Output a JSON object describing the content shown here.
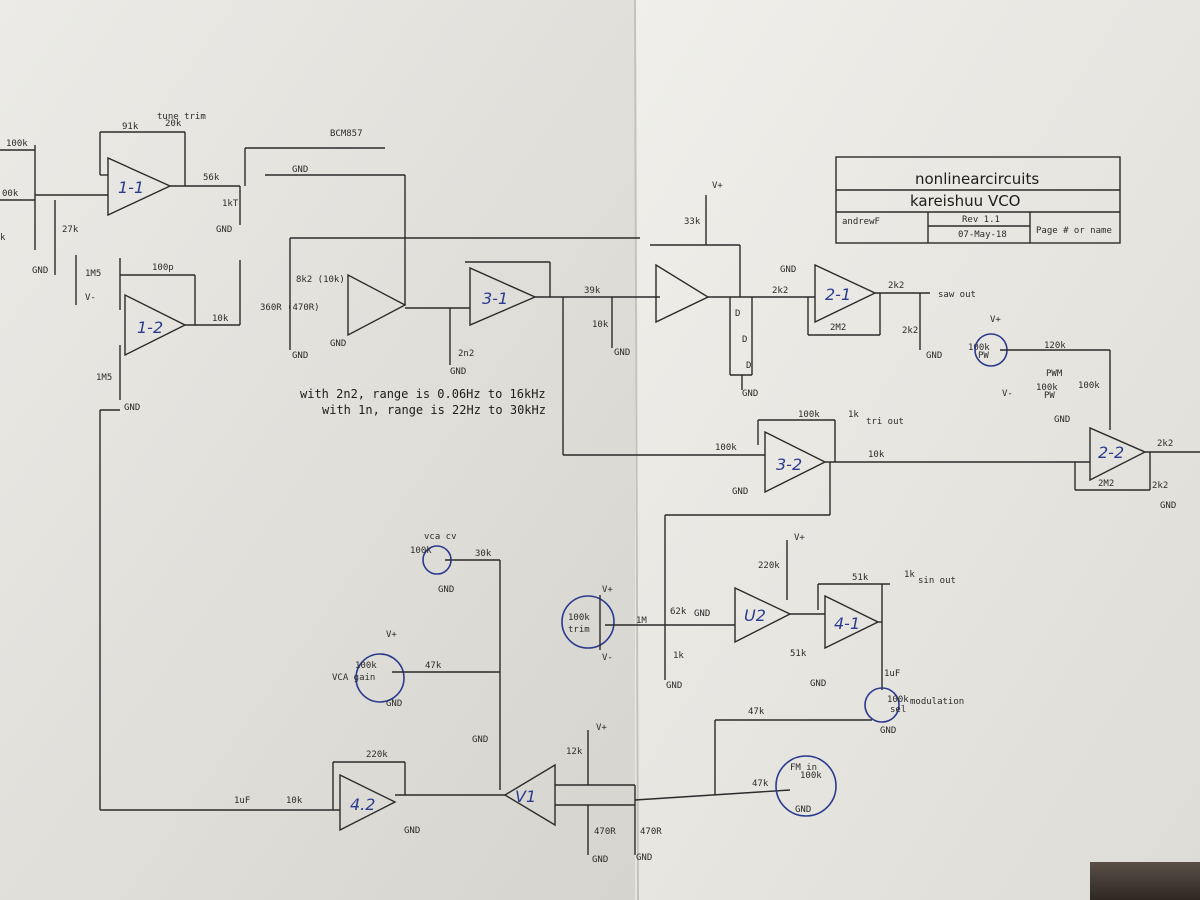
{
  "titleblock": {
    "company": "nonlinearcircuits",
    "project": "kareishuu VCO",
    "author": "andrewF",
    "rev": "Rev 1.1",
    "date": "07-May-18",
    "page": "Page # or name"
  },
  "notes": {
    "range_2n2": "with 2n2, range is 0.06Hz to 16kHz",
    "range_1n": "with 1n, range is 22Hz to 30kHz"
  },
  "opamps": {
    "u1_1": "1-1",
    "u1_2": "1-2",
    "u3_1": "3-1",
    "u2_1": "2-1",
    "u3_2": "3-2",
    "u2_2": "2-2",
    "u2": "U2",
    "u4_1": "4-1",
    "u4_2": "4.2",
    "v1": "V1"
  },
  "outputs": {
    "saw": "saw out",
    "tri": "tri out",
    "sine": "sin out"
  },
  "controls": {
    "tune_trim": "tune trim",
    "vca_cv": "vca cv",
    "vca_gain": "VCA gain",
    "trim": "trim",
    "pwm": "PWM",
    "pw": "PW",
    "modulation": "modulation",
    "fm_in": "FM in"
  },
  "transistor": "BCM857",
  "supply": {
    "gnd": "GND",
    "vplus": "V+",
    "vminus": "V-"
  },
  "components": {
    "r_100k_in": "100k",
    "r_100k_in2": "00k",
    "r_k_edge": "k",
    "r_91k": "91k",
    "r_20k": "20k",
    "r_56k": "56k",
    "r_1k_t": "1kT",
    "r_27k": "27k",
    "r_1m5_a": "1M5",
    "c_100p": "100p",
    "r_10k_a": "10k",
    "r_1m5_b": "1M5",
    "r_8k2": "8k2 (10k)",
    "r_360r": "360R (470R)",
    "c_2n2": "2n2",
    "r_39k": "39k",
    "r_10k_b": "10k",
    "r_33k": "33k",
    "d": "D",
    "r_2k2_a": "2k2",
    "r_2m2_a": "2M2",
    "r_2k2_b": "2k2",
    "r_2k2_c": "2k2",
    "r_100k_fb": "100k",
    "r_1k_tri": "1k",
    "r_100k_tri": "100k",
    "r_10k_c": "10k",
    "r_120k": "120k",
    "r_100k_pw": "100k",
    "r_100k_pwm": "100k",
    "r_100k_pwm2": "100k",
    "r_2m2_b": "2M2",
    "r_2k2_d": "2k2",
    "r_2k2_e": "2k2",
    "r_220k_a": "220k",
    "r_51k_a": "51k",
    "r_1k_sin": "1k",
    "r_62k": "62k",
    "r_1k_u2": "1k",
    "r_1m": "1M",
    "r_51k_b": "51k",
    "c_1uf_a": "1uF",
    "r_100k_mod": "100k",
    "r_sel": "sel",
    "r_100k_trim": "100k",
    "r_100k_vca": "100k",
    "r_30k": "30k",
    "r_100k_gain": "100k",
    "r_47k_a": "47k",
    "r_220k_b": "220k",
    "c_1uf_b": "1uF",
    "r_10k_d": "10k",
    "r_12k": "12k",
    "r_470r_a": "470R",
    "r_470r_b": "470R",
    "r_47k_b": "47k",
    "r_47k_c": "47k",
    "r_100k_fm": "100k"
  }
}
